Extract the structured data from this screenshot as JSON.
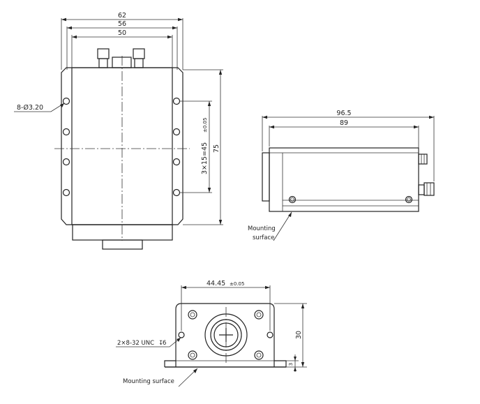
{
  "front_view": {
    "dims": {
      "overall_width": "62",
      "width_56": "56",
      "width_50": "50",
      "height": "75",
      "pitch": "3×15=45",
      "pitch_tol": "±0.05"
    },
    "hole_callout": "8-Ø3.20"
  },
  "side_view": {
    "dims": {
      "length_total": "96.5",
      "length_body": "89"
    },
    "mounting_label_line1": "Mounting",
    "mounting_label_line2": "surface"
  },
  "end_view": {
    "dims": {
      "hole_spacing": "44.45",
      "hole_spacing_tol": "±0.05",
      "height": "30",
      "base_height": "3"
    },
    "thread_callout": "2×8-32 UNC",
    "thread_depth": "6",
    "mounting_label": "Mounting surface"
  }
}
